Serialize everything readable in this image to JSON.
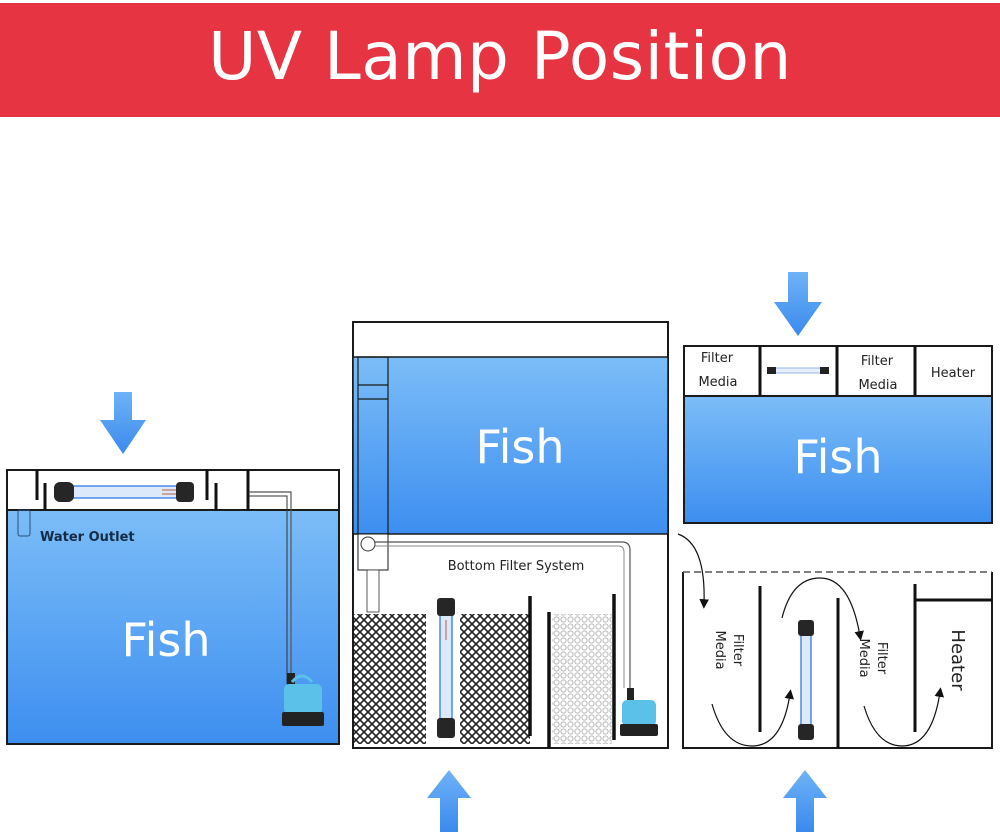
{
  "title": "UV Lamp Position",
  "colors": {
    "banner": "#e63443",
    "water_top": "#7bbdf7",
    "water_bottom": "#3d8ef0",
    "arrow": "#4a9af0",
    "pump": "#5bc1e8",
    "outline": "#1a1a1a"
  },
  "panels": [
    {
      "name": "top-mounted-filter",
      "arrow_direction": "down",
      "tank_label": "Fish",
      "labels": {
        "outlet": "Water Outlet"
      }
    },
    {
      "name": "bottom-filter",
      "arrow_direction": "up",
      "tank_label": "Fish",
      "labels": {
        "system": "Bottom Filter System"
      }
    },
    {
      "name": "overflow-sump",
      "arrow_direction": "down",
      "tank_label": "Fish",
      "top_compartments": [
        "Filter\nMedia",
        "",
        "Filter\nMedia",
        "Heater"
      ],
      "labels": {
        "filter_line1": "Filter",
        "filter_line2": "Media",
        "heater": "Heater"
      },
      "sump_arrow_direction": "up"
    }
  ]
}
